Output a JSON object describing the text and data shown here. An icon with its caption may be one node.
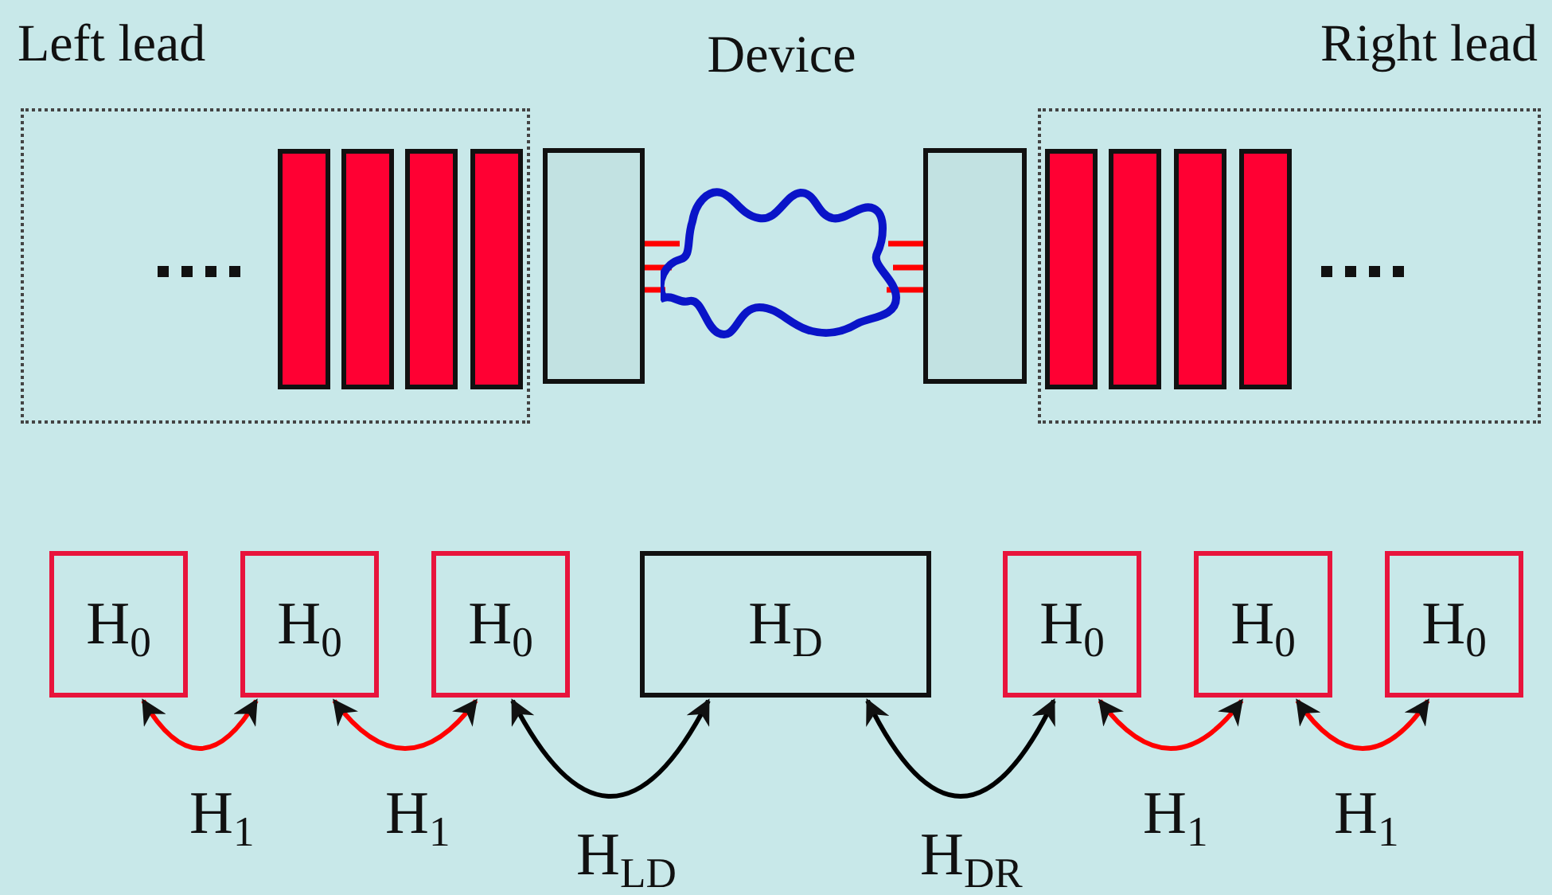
{
  "diagram": {
    "nodes": [
      {
        "text": [
          "Left lead"
        ]
      },
      {
        "text": [],
        "shape": "box"
      },
      {
        "text": [
          "Device"
        ]
      },
      {
        "text": [],
        "shape": "box"
      },
      {
        "text": [
          "Right lead"
        ]
      },
      {
        "text": [
          "H$_{0}$"
        ]
      },
      {
        "text": [
          "H$_{0}$"
        ]
      },
      {
        "text": [
          "H$_{0}$"
        ]
      },
      {
        "text": [
          "H$_{D}$"
        ]
      },
      {
        "text": [
          "H$_{0}$"
        ]
      },
      {
        "text": [
          "H$_{0}$"
        ]
      },
      {
        "text": [
          "H$_{0}$"
        ]
      }
    ],
    "edges": [
      {
        "from": 1,
        "to": 2,
        "arrow": "none",
        "color": "#ff0000"
      },
      {
        "from": 1,
        "to": 2,
        "arrow": "none",
        "color": "#ff0000"
      },
      {
        "from": 1,
        "to": 2,
        "arrow": "none",
        "color": "#ff0000"
      },
      {
        "from": 2,
        "to": 3,
        "arrow": "none",
        "color": "#ff0000"
      },
      {
        "from": 2,
        "to": 3,
        "arrow": "none",
        "color": "#ff0000"
      },
      {
        "from": 2,
        "to": 3,
        "arrow": "none",
        "color": "#ff0000"
      },
      {
        "from": 5,
        "to": 6,
        "arrow": "both",
        "label": "H$_{1}$",
        "color": "#ff0000"
      },
      {
        "from": 6,
        "to": 7,
        "arrow": "both",
        "label": "H$_{1}$",
        "color": "#ff0000"
      },
      {
        "from": 7,
        "to": 8,
        "arrow": "both",
        "label": "H$_{LD}$",
        "color": "#000000"
      },
      {
        "from": 8,
        "to": 9,
        "arrow": "both",
        "label": "H$_{DR}$",
        "color": "#000000"
      },
      {
        "from": 9,
        "to": 10,
        "arrow": "both",
        "label": "H$_{1}$",
        "color": "#ff0000"
      },
      {
        "from": 10,
        "to": 11,
        "arrow": "both",
        "label": "H$_{1}$",
        "color": "#ff0000"
      }
    ]
  }
}
